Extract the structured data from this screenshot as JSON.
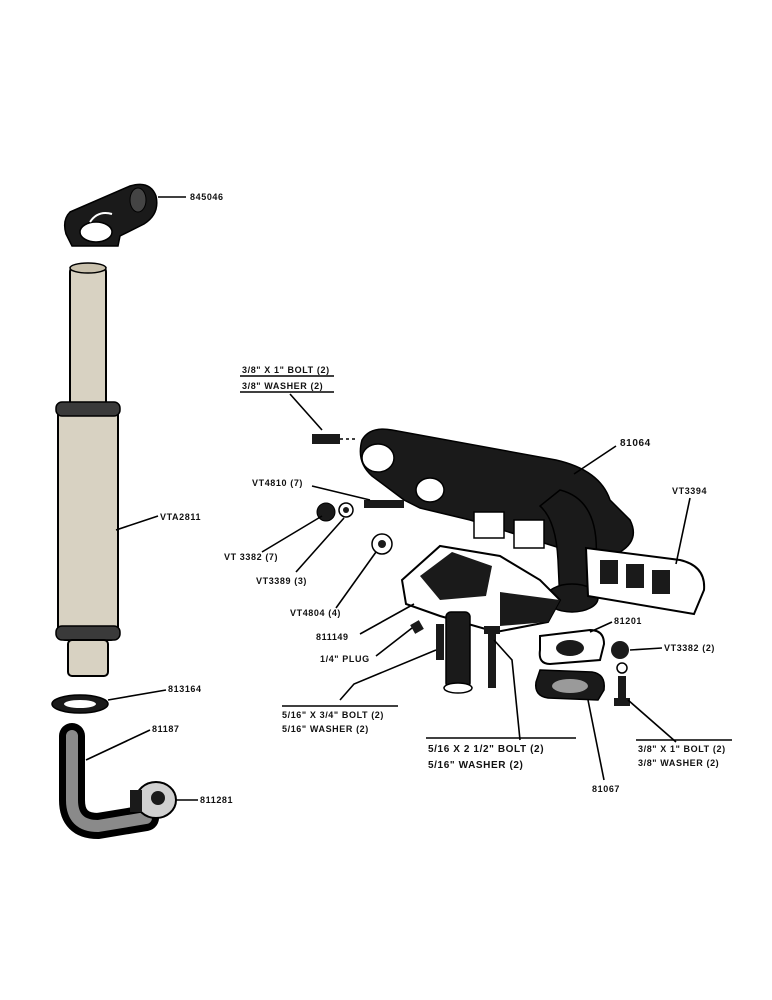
{
  "colors": {
    "ink": "#111111",
    "paper": "#ffffff",
    "muffler": "#d8d2c2"
  },
  "labels": {
    "elbow_top": "845046",
    "muffler": "VTA2811",
    "gasket_small": "813164",
    "pipe": "81187",
    "clamp": "811281",
    "bolt_top_1": "3/8\" X 1\" BOLT (2)",
    "bolt_top_2": "3/8\" WASHER (2)",
    "manifold": "81064",
    "stud": "VT4810 (7)",
    "nut": "VT 3382 (7)",
    "washer": "VT3389 (3)",
    "flat_washer": "VT4804 (4)",
    "gasket_right": "VT3394",
    "heat_box": "811149",
    "plug": "1/4\" PLUG",
    "spacer": "81201",
    "nut_right": "VT3382 (2)",
    "bolt_left_1": "5/16\" X 3/4\" BOLT (2)",
    "bolt_left_2": "5/16\" WASHER (2)",
    "bolt_mid_1": "5/16 X 2 1/2\" BOLT (2)",
    "bolt_mid_2": "5/16\" WASHER (2)",
    "gasket_bottom": "81067",
    "bolt_right_1": "3/8\" X 1\" BOLT (2)",
    "bolt_right_2": "3/8\" WASHER (2)"
  }
}
